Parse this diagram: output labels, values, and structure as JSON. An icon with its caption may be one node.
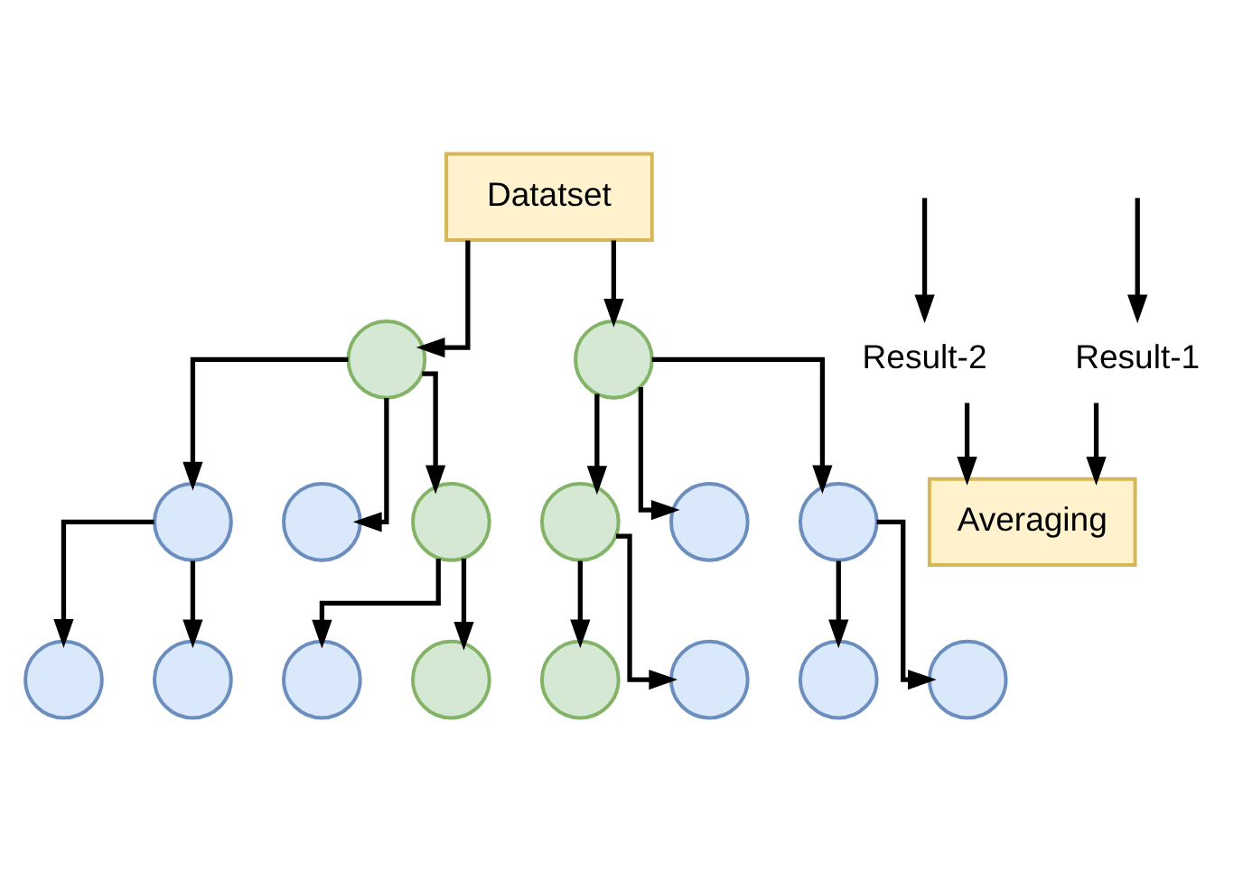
{
  "diagram": {
    "nodes": [
      {
        "text": [
          "Datatset"
        ]
      },
      {
        "text": [],
        "shape": "circle"
      },
      {
        "text": [],
        "shape": "circle"
      },
      {
        "text": [],
        "shape": "circle"
      },
      {
        "text": [],
        "shape": "circle"
      },
      {
        "text": [],
        "shape": "circle"
      },
      {
        "text": [],
        "shape": "circle"
      },
      {
        "text": [],
        "shape": "circle"
      },
      {
        "text": [],
        "shape": "circle"
      },
      {
        "text": [],
        "shape": "circle"
      },
      {
        "text": [],
        "shape": "circle"
      },
      {
        "text": [],
        "shape": "circle"
      },
      {
        "text": [],
        "shape": "circle"
      },
      {
        "text": [],
        "shape": "circle"
      },
      {
        "text": [],
        "shape": "circle"
      },
      {
        "text": [],
        "shape": "circle"
      },
      {
        "text": [],
        "shape": "circle"
      },
      {
        "text": [
          "Result-1"
        ]
      },
      {
        "text": [
          "Result-2"
        ]
      },
      {
        "text": [
          "Averaging"
        ]
      }
    ],
    "edges": [
      {
        "from": 0,
        "to": 1,
        "arrow": "to"
      },
      {
        "from": 0,
        "to": 2,
        "arrow": "to"
      },
      {
        "from": 1,
        "to": 3,
        "arrow": "to"
      },
      {
        "from": 1,
        "to": 4,
        "arrow": "to"
      },
      {
        "from": 1,
        "to": 5,
        "arrow": "to"
      },
      {
        "from": 2,
        "to": 6,
        "arrow": "to"
      },
      {
        "from": 2,
        "to": 7,
        "arrow": "to"
      },
      {
        "from": 2,
        "to": 8,
        "arrow": "to"
      },
      {
        "from": 3,
        "to": 9,
        "arrow": "to"
      },
      {
        "from": 3,
        "to": 10,
        "arrow": "to"
      },
      {
        "from": 5,
        "to": 11,
        "arrow": "to"
      },
      {
        "from": 5,
        "to": 12,
        "arrow": "to"
      },
      {
        "from": 6,
        "to": 13,
        "arrow": "to"
      },
      {
        "from": 6,
        "to": 14,
        "arrow": "to"
      },
      {
        "from": 8,
        "to": 15,
        "arrow": "to"
      },
      {
        "from": 8,
        "to": 16,
        "arrow": "to"
      },
      {
        "from": null,
        "to": 17,
        "arrow": "to"
      },
      {
        "from": null,
        "to": 18,
        "arrow": "to"
      },
      {
        "from": 17,
        "to": 19,
        "arrow": "to"
      },
      {
        "from": 18,
        "to": 19,
        "arrow": "to"
      }
    ]
  }
}
